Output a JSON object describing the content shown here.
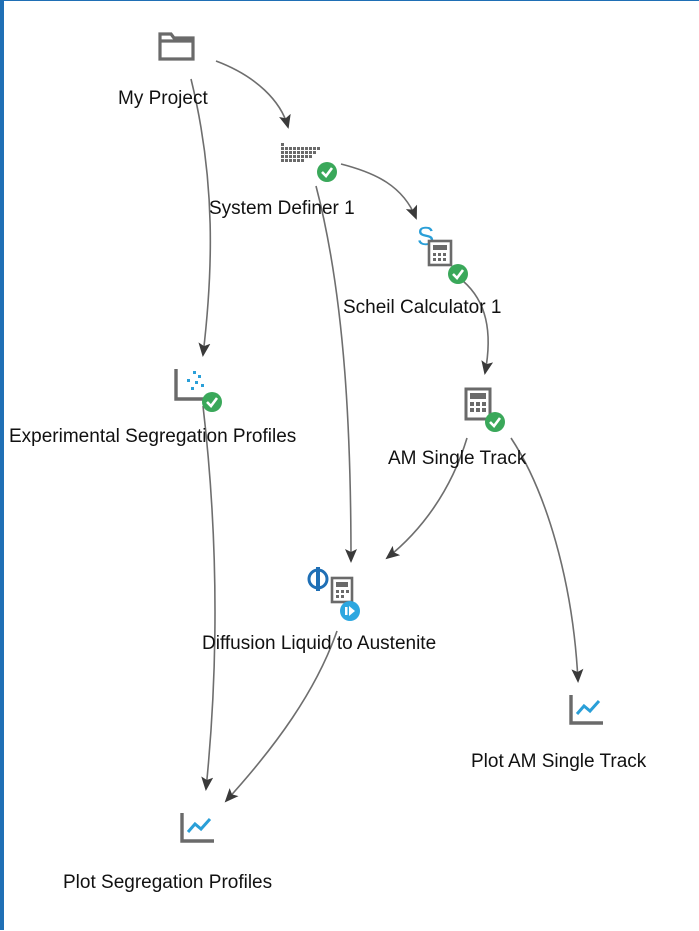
{
  "colors": {
    "icon_gray": "#6a6a6a",
    "check_green": "#3aa85a",
    "running_blue": "#2da7e0",
    "scheil_blue": "#2a9fd8",
    "diffusion_blue": "#1f6fb5",
    "edge": "#6e6e6e",
    "frame_border": "#1f6fb5"
  },
  "nodes": [
    {
      "id": "my-project",
      "label": "My Project",
      "icon": "folder-icon"
    },
    {
      "id": "system-definer",
      "label": "System Definer 1",
      "icon": "periodic-grid-icon",
      "status": "complete-check-icon"
    },
    {
      "id": "scheil-calculator",
      "label": "Scheil Calculator 1",
      "icon": "scheil-calculator-icon",
      "status": "complete-check-icon"
    },
    {
      "id": "experimental",
      "label": "Experimental Segregation Profiles",
      "icon": "scatter-plot-icon",
      "status": "complete-check-icon"
    },
    {
      "id": "am-single-track",
      "label": "AM Single Track",
      "icon": "calculator-icon",
      "status": "complete-check-icon"
    },
    {
      "id": "diffusion",
      "label": "Diffusion Liquid to Austenite",
      "icon": "diffusion-calculator-icon",
      "status": "running-play-icon"
    },
    {
      "id": "plot-am",
      "label": "Plot AM Single Track",
      "icon": "line-chart-icon"
    },
    {
      "id": "plot-segregation",
      "label": "Plot Segregation Profiles",
      "icon": "line-chart-icon"
    }
  ],
  "edges": [
    {
      "from": "my-project",
      "to": "system-definer"
    },
    {
      "from": "my-project",
      "to": "experimental"
    },
    {
      "from": "system-definer",
      "to": "scheil-calculator"
    },
    {
      "from": "system-definer",
      "to": "diffusion"
    },
    {
      "from": "scheil-calculator",
      "to": "am-single-track"
    },
    {
      "from": "am-single-track",
      "to": "diffusion"
    },
    {
      "from": "am-single-track",
      "to": "plot-am"
    },
    {
      "from": "experimental",
      "to": "plot-segregation"
    },
    {
      "from": "diffusion",
      "to": "plot-segregation"
    }
  ]
}
